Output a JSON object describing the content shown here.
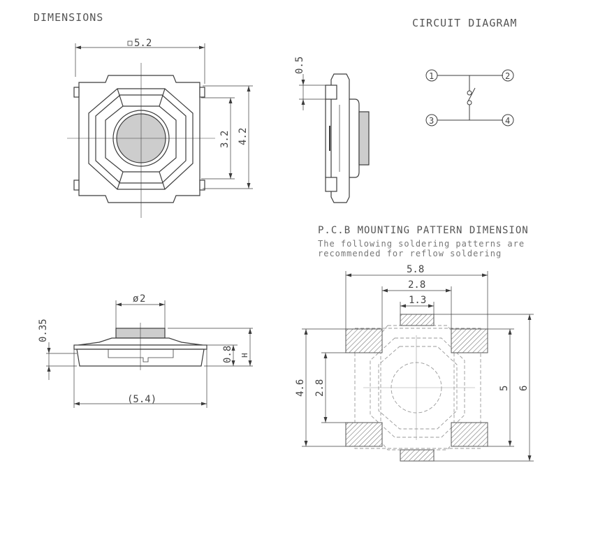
{
  "headings": {
    "dimensions": "DIMENSIONS",
    "circuit": "CIRCUIT DIAGRAM",
    "pcb": "P.C.B MOUNTING PATTERN DIMENSION",
    "pcb_note_1": "The following soldering patterns are",
    "pcb_note_2": "recommended for reflow soldering"
  },
  "top_view": {
    "width": "5.2",
    "inner_height": "3.2",
    "outer_height": "4.2"
  },
  "side_view": {
    "pin_height": "0.5"
  },
  "front_view": {
    "button_dia": "2",
    "button_height": "0.35",
    "body_height": "0.8",
    "h_label": "H",
    "base_width": "(5.4)"
  },
  "circuit": {
    "pins": [
      "1",
      "2",
      "3",
      "4"
    ]
  },
  "pcb": {
    "w_outer": "5.8",
    "w_mid": "2.8",
    "w_pad": "1.3",
    "h_left_outer": "4.6",
    "h_left_inner": "2.8",
    "h_right_inner": "5",
    "h_right_outer": "6"
  },
  "colors": {
    "line": "#3c3c3c",
    "hatch": "#777777",
    "button_fill": "#cdcdcd",
    "dashed": "#999999"
  }
}
